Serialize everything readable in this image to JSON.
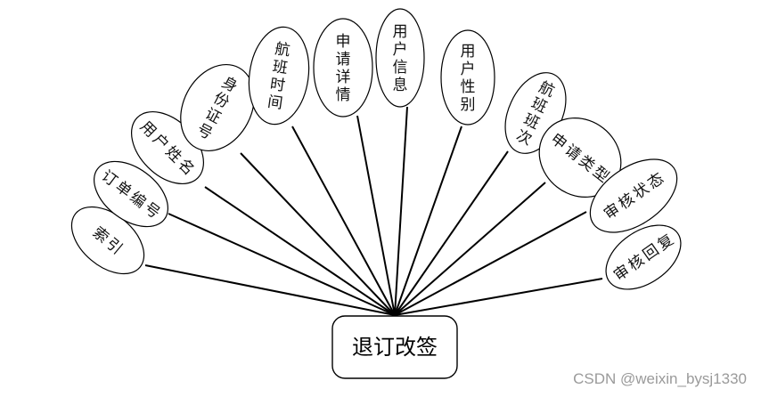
{
  "entity": {
    "label": "退订改签"
  },
  "attributes": [
    {
      "id": "suoyin",
      "label": "索引"
    },
    {
      "id": "dingdan",
      "label": "订单编号"
    },
    {
      "id": "yonghuxm",
      "label": "用户姓名"
    },
    {
      "id": "shenfenzh",
      "label": "身份证号"
    },
    {
      "id": "hangbansj",
      "label": "航班时间"
    },
    {
      "id": "shenqingxq",
      "label": "申请详情"
    },
    {
      "id": "yonghuxx",
      "label": "用户信息"
    },
    {
      "id": "yonghuxb",
      "label": "用户性别"
    },
    {
      "id": "hangbanbc",
      "label": "航班班次"
    },
    {
      "id": "shenqinglx",
      "label": "申请类型"
    },
    {
      "id": "shenhezt",
      "label": "审核状态"
    },
    {
      "id": "shenhehf",
      "label": "审核回复"
    }
  ],
  "watermark": "CSDN @weixin_bysj1330"
}
